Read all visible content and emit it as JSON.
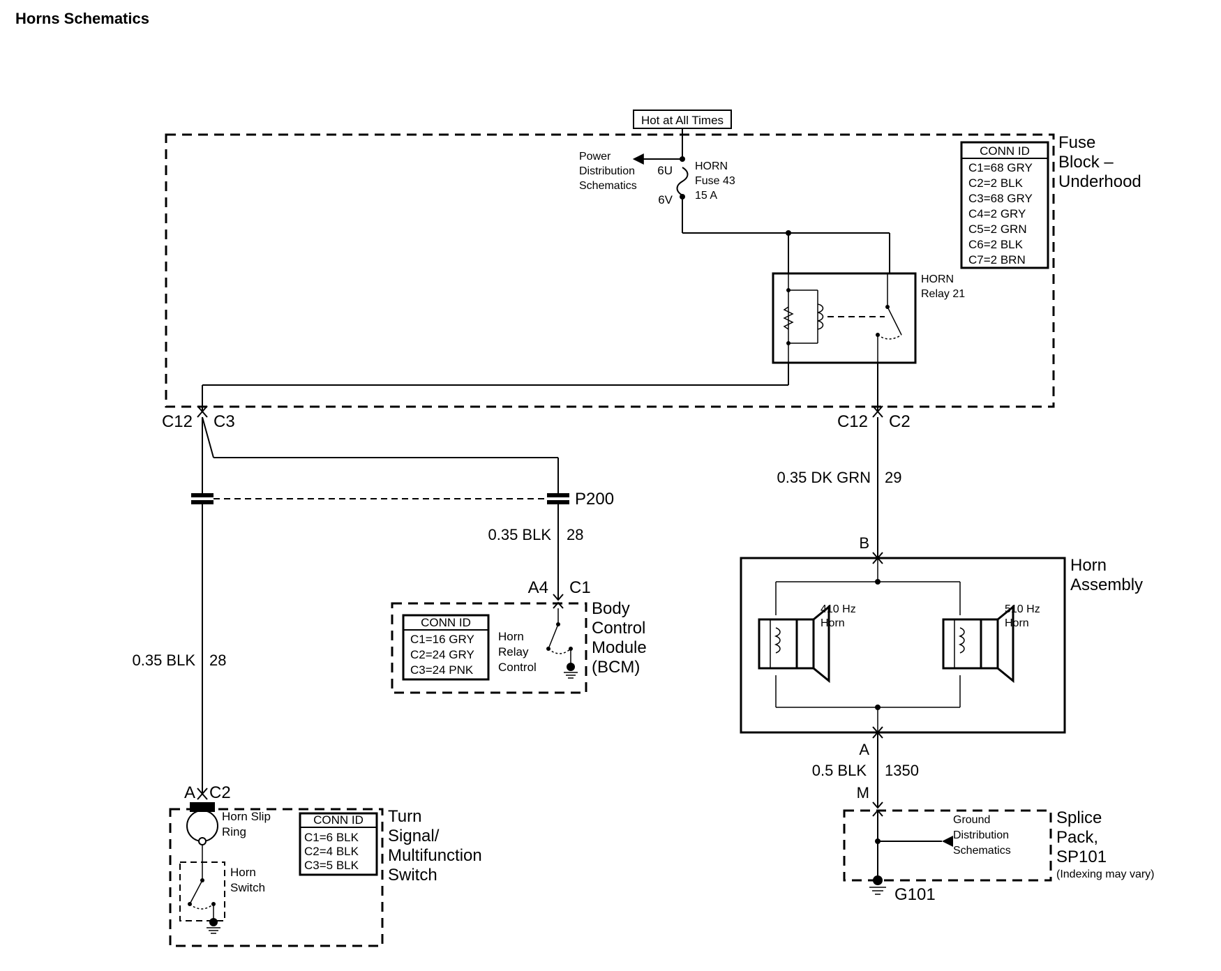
{
  "title": "Horns Schematics",
  "power": {
    "hot_label": "Hot at All Times",
    "pds_lines": [
      "Power",
      "Distribution",
      "Schematics"
    ],
    "fuse_top_pin": "6U",
    "fuse_bottom_pin": "6V",
    "fuse_lines": [
      "HORN",
      "Fuse 43",
      "15 A"
    ]
  },
  "fuse_block": {
    "name_lines": [
      "Fuse",
      "Block –",
      "Underhood"
    ],
    "conn_header": "CONN ID",
    "conn_rows": [
      "C1=68 GRY",
      "C2=2 BLK",
      "C3=68 GRY",
      "C4=2 GRY",
      "C5=2 GRN",
      "C6=2 BLK",
      "C7=2 BRN"
    ]
  },
  "relay": {
    "lines": [
      "HORN",
      "Relay 21"
    ]
  },
  "left_connector": {
    "pin": "C12",
    "conn": "C3"
  },
  "right_connector": {
    "pin": "C12",
    "conn": "C2"
  },
  "splice": {
    "label": "P200"
  },
  "wire_bcm": {
    "gauge": "0.35 BLK",
    "circuit": "28"
  },
  "wire_switch": {
    "gauge": "0.35 BLK",
    "circuit": "28"
  },
  "wire_horn": {
    "gauge": "0.35 DK GRN",
    "circuit": "29"
  },
  "wire_ground": {
    "gauge": "0.5 BLK",
    "circuit": "1350"
  },
  "bcm": {
    "pin": "A4",
    "conn": "C1",
    "name_lines": [
      "Body",
      "Control",
      "Module",
      "(BCM)"
    ],
    "conn_header": "CONN ID",
    "conn_rows": [
      "C1=16 GRY",
      "C2=24 GRY",
      "C3=24 PNK"
    ],
    "control_lines": [
      "Horn",
      "Relay",
      "Control"
    ]
  },
  "turn_switch": {
    "pin": "A",
    "conn": "C2",
    "name_lines": [
      "Turn",
      "Signal/",
      "Multifunction",
      "Switch"
    ],
    "conn_header": "CONN ID",
    "conn_rows": [
      "C1=6 BLK",
      "C2=4 BLK",
      "C3=5 BLK"
    ],
    "slip_ring_lines": [
      "Horn Slip",
      "Ring"
    ],
    "switch_lines": [
      "Horn",
      "Switch"
    ]
  },
  "horn_assembly": {
    "pin_top": "B",
    "pin_bottom": "A",
    "name_lines": [
      "Horn",
      "Assembly"
    ],
    "horn_left_lines": [
      "410 Hz",
      "Horn"
    ],
    "horn_right_lines": [
      "510 Hz",
      "Horn"
    ]
  },
  "splice_pack": {
    "pin": "M",
    "name_lines": [
      "Splice",
      "Pack,",
      "SP101"
    ],
    "note": "(Indexing may vary)",
    "gds_lines": [
      "Ground",
      "Distribution",
      "Schematics"
    ],
    "ground_label": "G101"
  }
}
